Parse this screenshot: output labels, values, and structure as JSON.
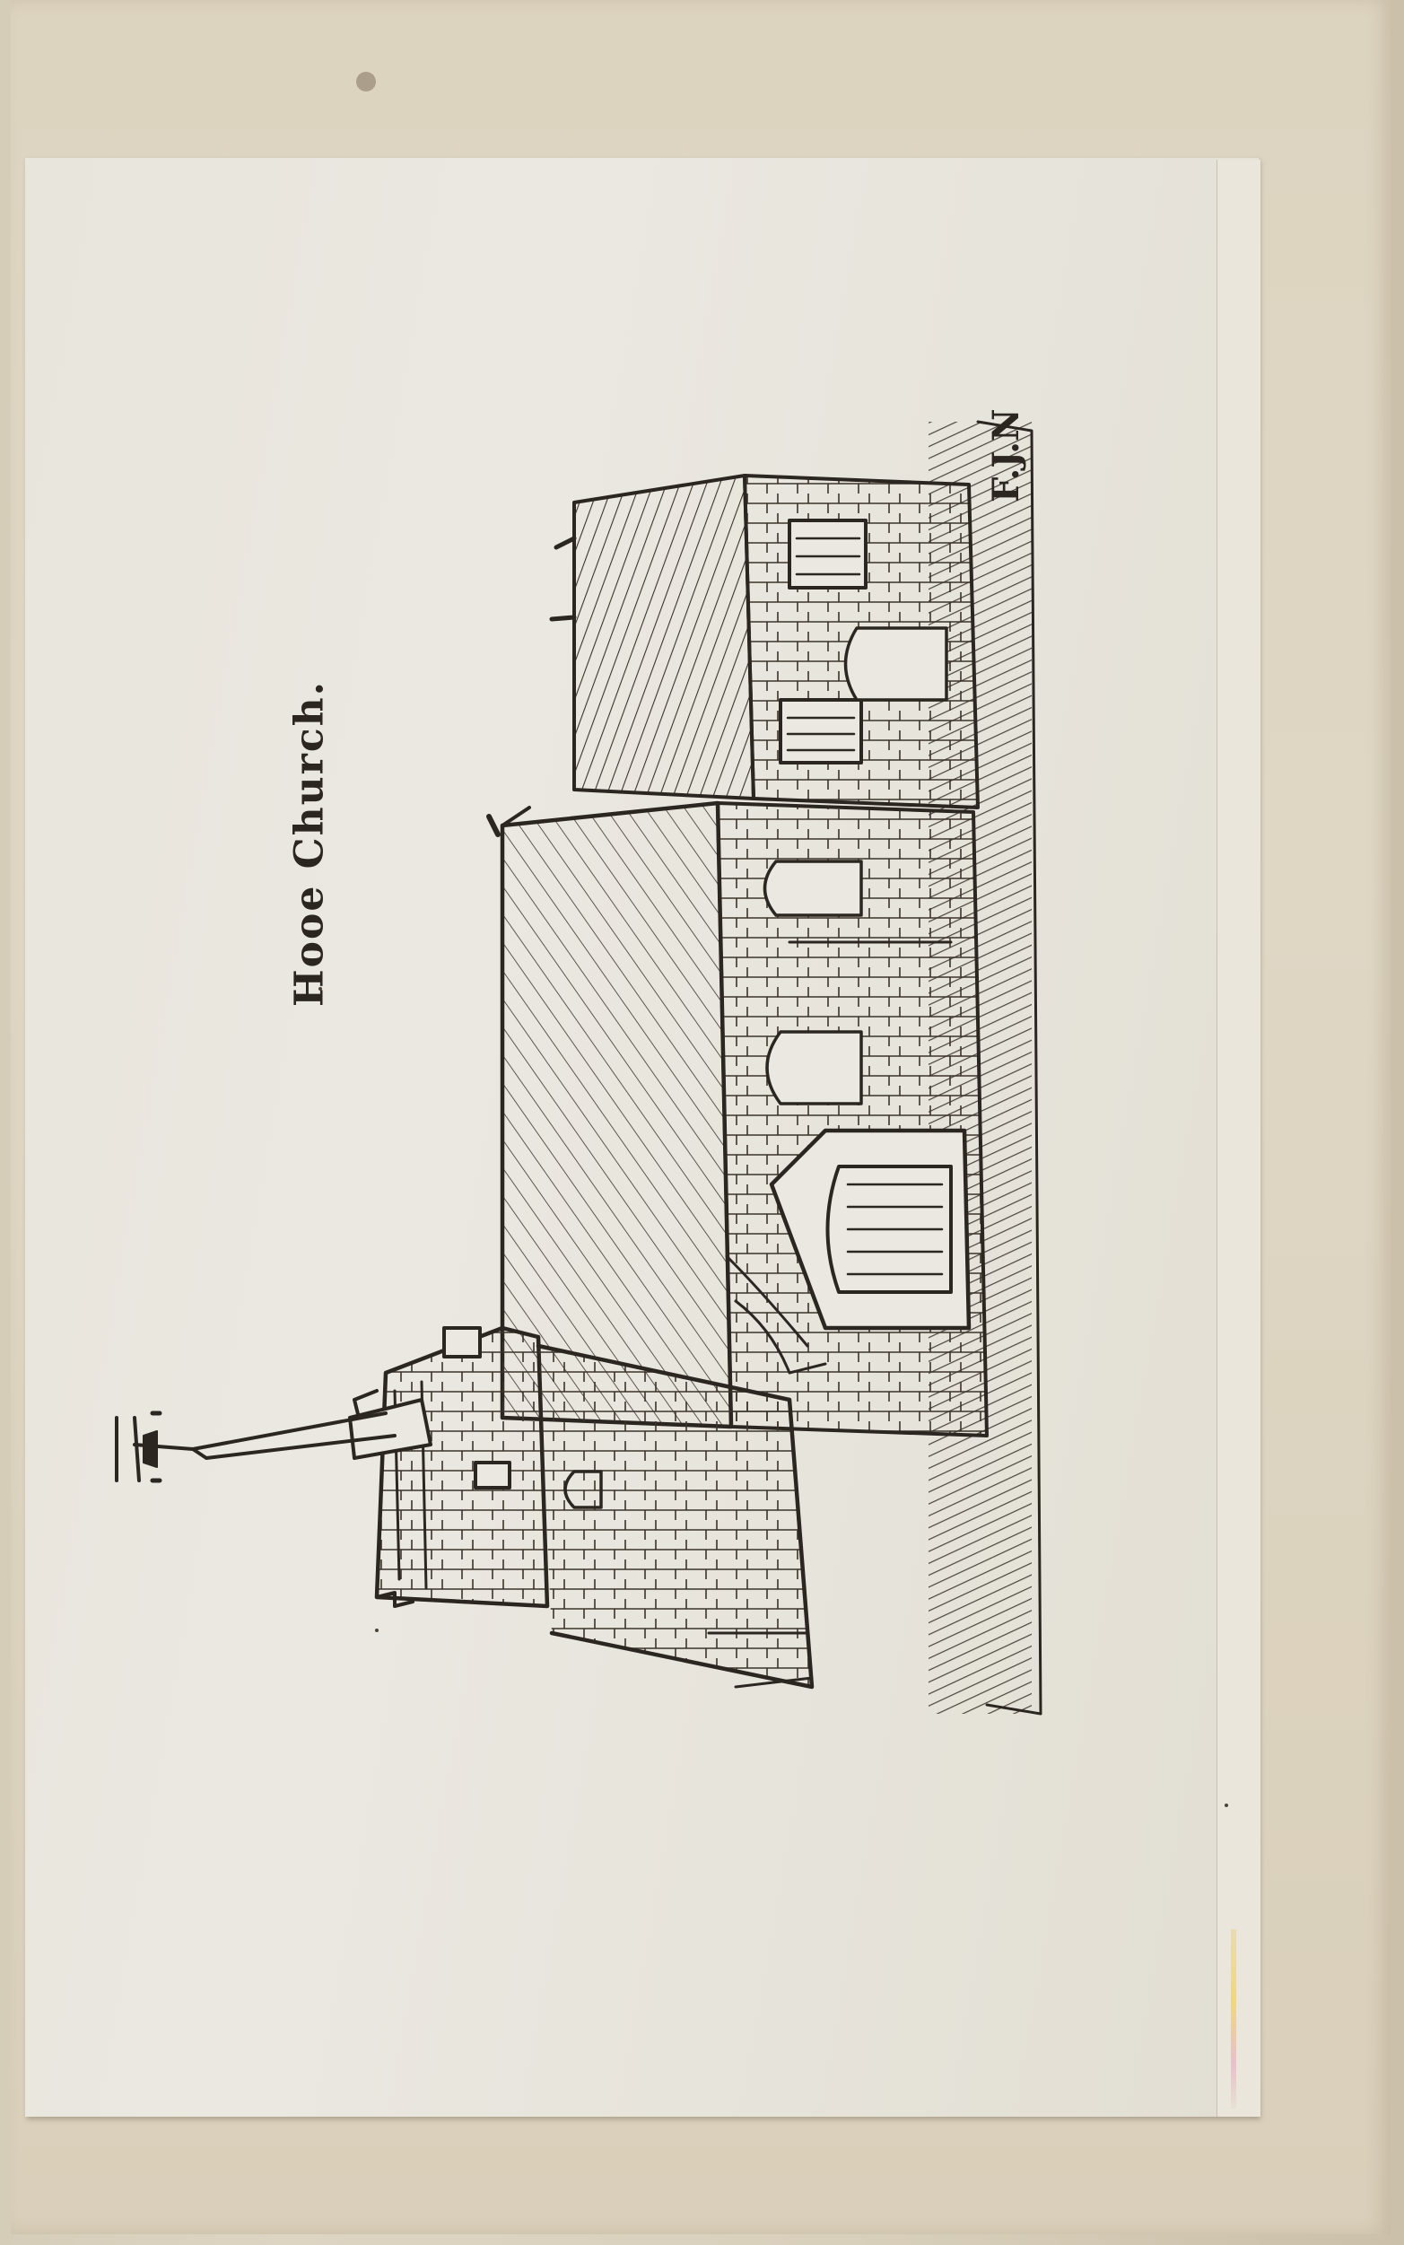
{
  "plate": {
    "title": "Hooe Church.",
    "initials": "F.J.N",
    "illustration_subject": "church-drawing"
  },
  "colors": {
    "ink": "#2b2620",
    "paper": "#ebe8e1",
    "book_page": "#dfd7c4"
  }
}
